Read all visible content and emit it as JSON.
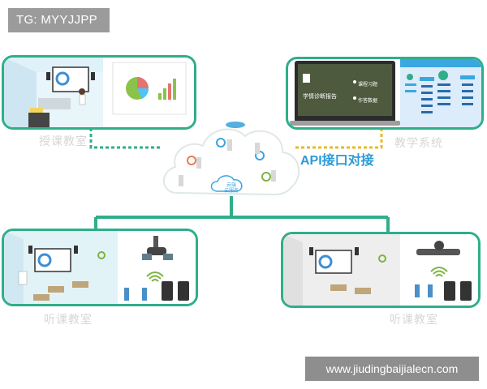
{
  "watermark_top": "TG: MYYJJPP",
  "watermark_bottom": "www.jiudingbaijialecn.com",
  "api_label": "API接口对接",
  "panels": {
    "main_classroom": {
      "caption": "授课教室"
    },
    "teaching_system": {
      "caption": "教学系统",
      "screen_title": "学情诊断报告",
      "menu_items": [
        "课程习题",
        "作答数据"
      ]
    },
    "listen_left": {
      "caption": "听课教室"
    },
    "listen_right": {
      "caption": "听课教室"
    }
  },
  "cloud": {
    "label_line1": "云端",
    "label_line2": "云服务"
  },
  "colors": {
    "accent": "#2fae8a",
    "dashed_link": "#e8b829",
    "api_text": "#2c9bd6"
  }
}
